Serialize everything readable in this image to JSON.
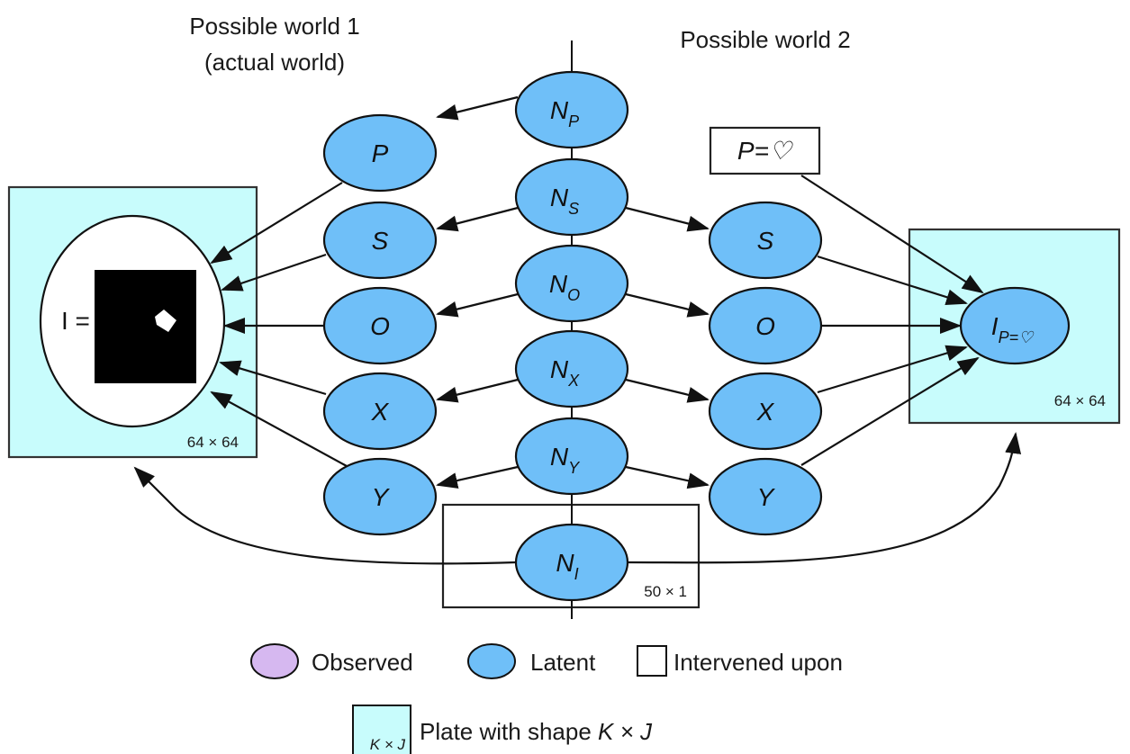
{
  "titles": {
    "world1_line1": "Possible world 1",
    "world1_line2": "(actual world)",
    "world2": "Possible world 2"
  },
  "colors": {
    "latent": "#6fbff8",
    "observed": "#d6b8f0",
    "plate": "#c8fcfc",
    "intervened": "#ffffff",
    "stroke": "#111111"
  },
  "nodes": {
    "world1": {
      "P": "P",
      "S": "S",
      "O": "O",
      "X": "X",
      "Y": "Y",
      "image_label": "I ="
    },
    "noise": [
      {
        "id": "NP",
        "base": "N",
        "sub": "P"
      },
      {
        "id": "NS",
        "base": "N",
        "sub": "S"
      },
      {
        "id": "NO",
        "base": "N",
        "sub": "O"
      },
      {
        "id": "NX",
        "base": "N",
        "sub": "X"
      },
      {
        "id": "NY",
        "base": "N",
        "sub": "Y"
      },
      {
        "id": "NI",
        "base": "N",
        "sub": "I"
      }
    ],
    "world2": {
      "S": "S",
      "O": "O",
      "X": "X",
      "Y": "Y",
      "intervention": "P=♡",
      "image_base": "I",
      "image_sub": "P=♡"
    }
  },
  "plates": {
    "left_shape": "64 × 64",
    "right_shape": "64 × 64",
    "noise_shape": "50 × 1"
  },
  "legend": {
    "observed": "Observed",
    "latent": "Latent",
    "intervened": "Intervened upon",
    "plate_inner": "K × J",
    "plate_text": "Plate with shape ",
    "plate_text_italic": "K × J"
  }
}
